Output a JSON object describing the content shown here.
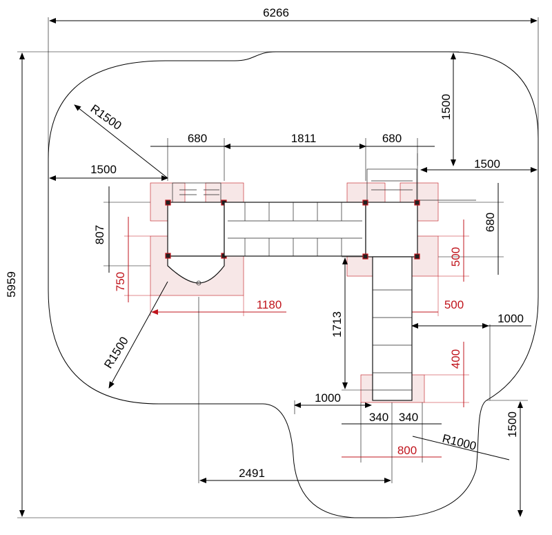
{
  "dimensions": {
    "overall_width": "6266",
    "overall_height": "5959",
    "top_right_offset": "1500",
    "right_offset": "1500",
    "left_offset": "1500",
    "radius_top_left": "R1500",
    "radius_bottom_left": "R1500",
    "radius_bottom_right": "R1000",
    "platform_left_width": "680",
    "bridge_length": "1811",
    "platform_right_width": "680",
    "platform_depth_left": "807",
    "platform_depth_right": "680",
    "slide_zone_depth": "750",
    "slide_zone_width": "1180",
    "post_zone_right": "500",
    "post_zone_right_width": "500",
    "ladder_length": "1713",
    "offset_right_ladder": "1000",
    "offset_left_ladder": "1000",
    "ladder_end_zone": "400",
    "ladder_half_left": "340",
    "ladder_half_right": "340",
    "ladder_end_width": "800",
    "bottom_lobe_height": "1500",
    "center_offset": "2491"
  },
  "colors": {
    "outline": "#000000",
    "safety_zone": "#c0141c",
    "safety_fill": "#f7e7e7"
  }
}
